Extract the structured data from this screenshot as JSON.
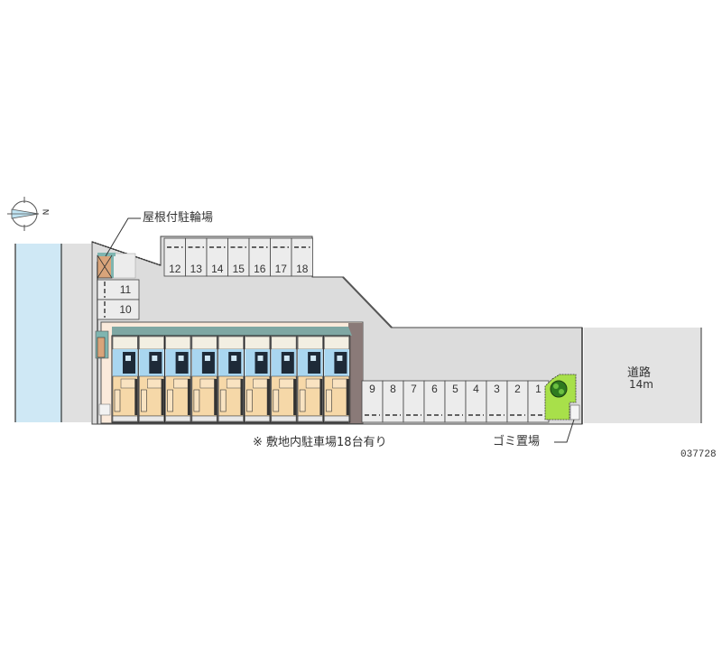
{
  "compass": {
    "north_label": "N"
  },
  "labels": {
    "bicycle_parking": "屋根付駐輪場",
    "road": "道路",
    "road_width": "14m",
    "garbage": "ゴミ置場",
    "note": "※ 敷地内駐車場18台有り",
    "property_code": "037728"
  },
  "parking_top": [
    "12",
    "13",
    "14",
    "15",
    "16",
    "17",
    "18"
  ],
  "parking_left": [
    "11",
    "10"
  ],
  "parking_bottom": [
    "9",
    "8",
    "7",
    "6",
    "5",
    "4",
    "3",
    "2",
    "1"
  ],
  "building_units": 9,
  "colors": {
    "river": "#cfe8f5",
    "ground": "#dcdcdc",
    "site": "#e2e2e2",
    "slot": "#ececec",
    "unit_room": "#f6d8a8",
    "unit_wet": "#a9d6f0",
    "garbage_green": "#a8e04a",
    "roof": "#7fa7a3",
    "bike_box": "#d9a47a",
    "building_edge": "#8a7a78"
  }
}
